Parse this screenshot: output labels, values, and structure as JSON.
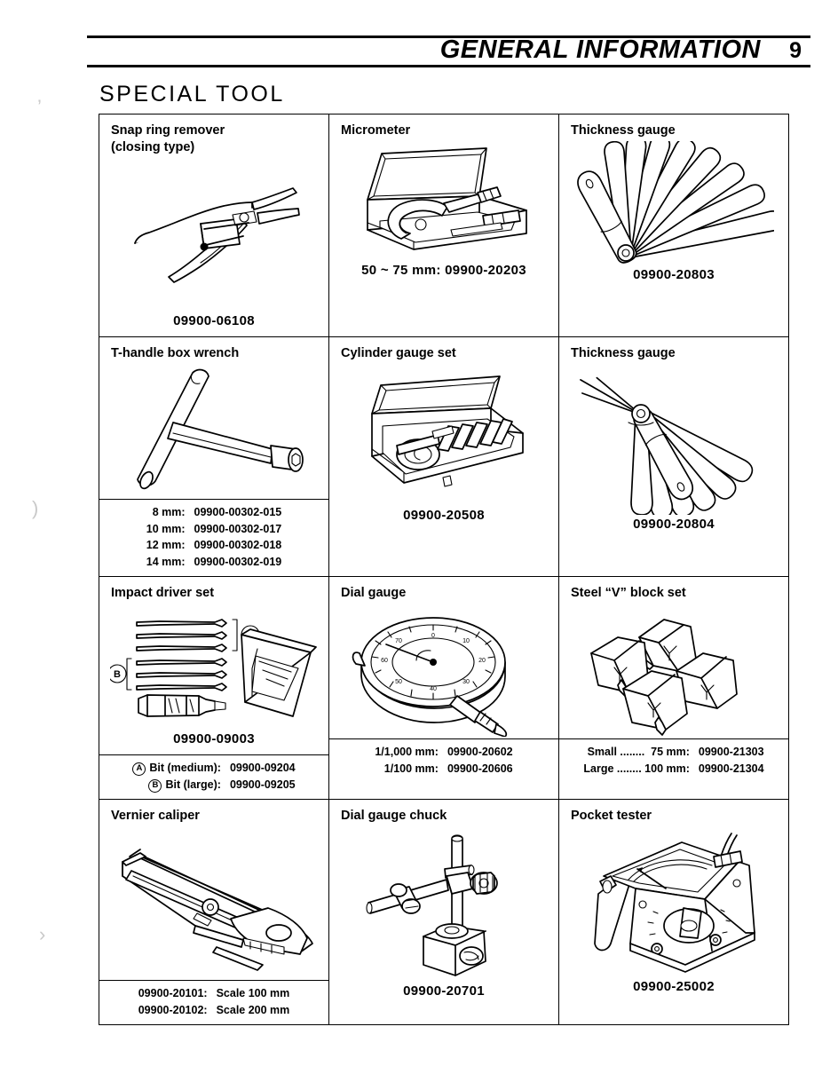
{
  "header": {
    "title": "GENERAL INFORMATION",
    "page_number": "9"
  },
  "section": {
    "title": "SPECIAL TOOL"
  },
  "tools": [
    {
      "id": "snap-ring-remover",
      "title": "Snap ring remover\n(closing type)",
      "part_number": "09900-06108"
    },
    {
      "id": "micrometer",
      "title": "Micrometer",
      "part_number": "50 ~ 75 mm: 09900-20203"
    },
    {
      "id": "thickness-gauge-20803",
      "title": "Thickness gauge",
      "part_number": "09900-20803"
    },
    {
      "id": "t-handle-box-wrench",
      "title": "T-handle box wrench",
      "specs": [
        {
          "size": " 8 mm:",
          "number": "09900-00302-015"
        },
        {
          "size": "10 mm:",
          "number": "09900-00302-017"
        },
        {
          "size": "12 mm:",
          "number": "09900-00302-018"
        },
        {
          "size": "14 mm:",
          "number": "09900-00302-019"
        }
      ]
    },
    {
      "id": "cylinder-gauge-set",
      "title": "Cylinder gauge set",
      "part_number": "09900-20508"
    },
    {
      "id": "thickness-gauge-20804",
      "title": "Thickness gauge",
      "part_number": "09900-20804"
    },
    {
      "id": "impact-driver-set",
      "title": "Impact driver set",
      "part_number": "09900-09003",
      "specs": [
        {
          "mark": "A",
          "label": "Bit (medium):",
          "number": "09900-09204"
        },
        {
          "mark": "B",
          "label": "Bit (large):",
          "number": "09900-09205"
        }
      ]
    },
    {
      "id": "dial-gauge",
      "title": "Dial gauge",
      "specs": [
        {
          "label": "1/1,000 mm:",
          "number": "09900-20602"
        },
        {
          "label": "1/100 mm:",
          "number": "09900-20606"
        }
      ]
    },
    {
      "id": "steel-v-block-set",
      "title": "Steel “V” block set",
      "specs": [
        {
          "label": "Small ........  75 mm:",
          "number": "09900-21303"
        },
        {
          "label": "Large ........ 100 mm:",
          "number": "09900-21304"
        }
      ]
    },
    {
      "id": "vernier-caliper",
      "title": "Vernier caliper",
      "specs": [
        {
          "number": "09900-20101:",
          "label": "Scale 100 mm"
        },
        {
          "number": "09900-20102:",
          "label": "Scale 200 mm"
        }
      ]
    },
    {
      "id": "dial-gauge-chuck",
      "title": "Dial gauge chuck",
      "part_number": "09900-20701"
    },
    {
      "id": "pocket-tester",
      "title": "Pocket tester",
      "part_number": "09900-25002"
    }
  ]
}
